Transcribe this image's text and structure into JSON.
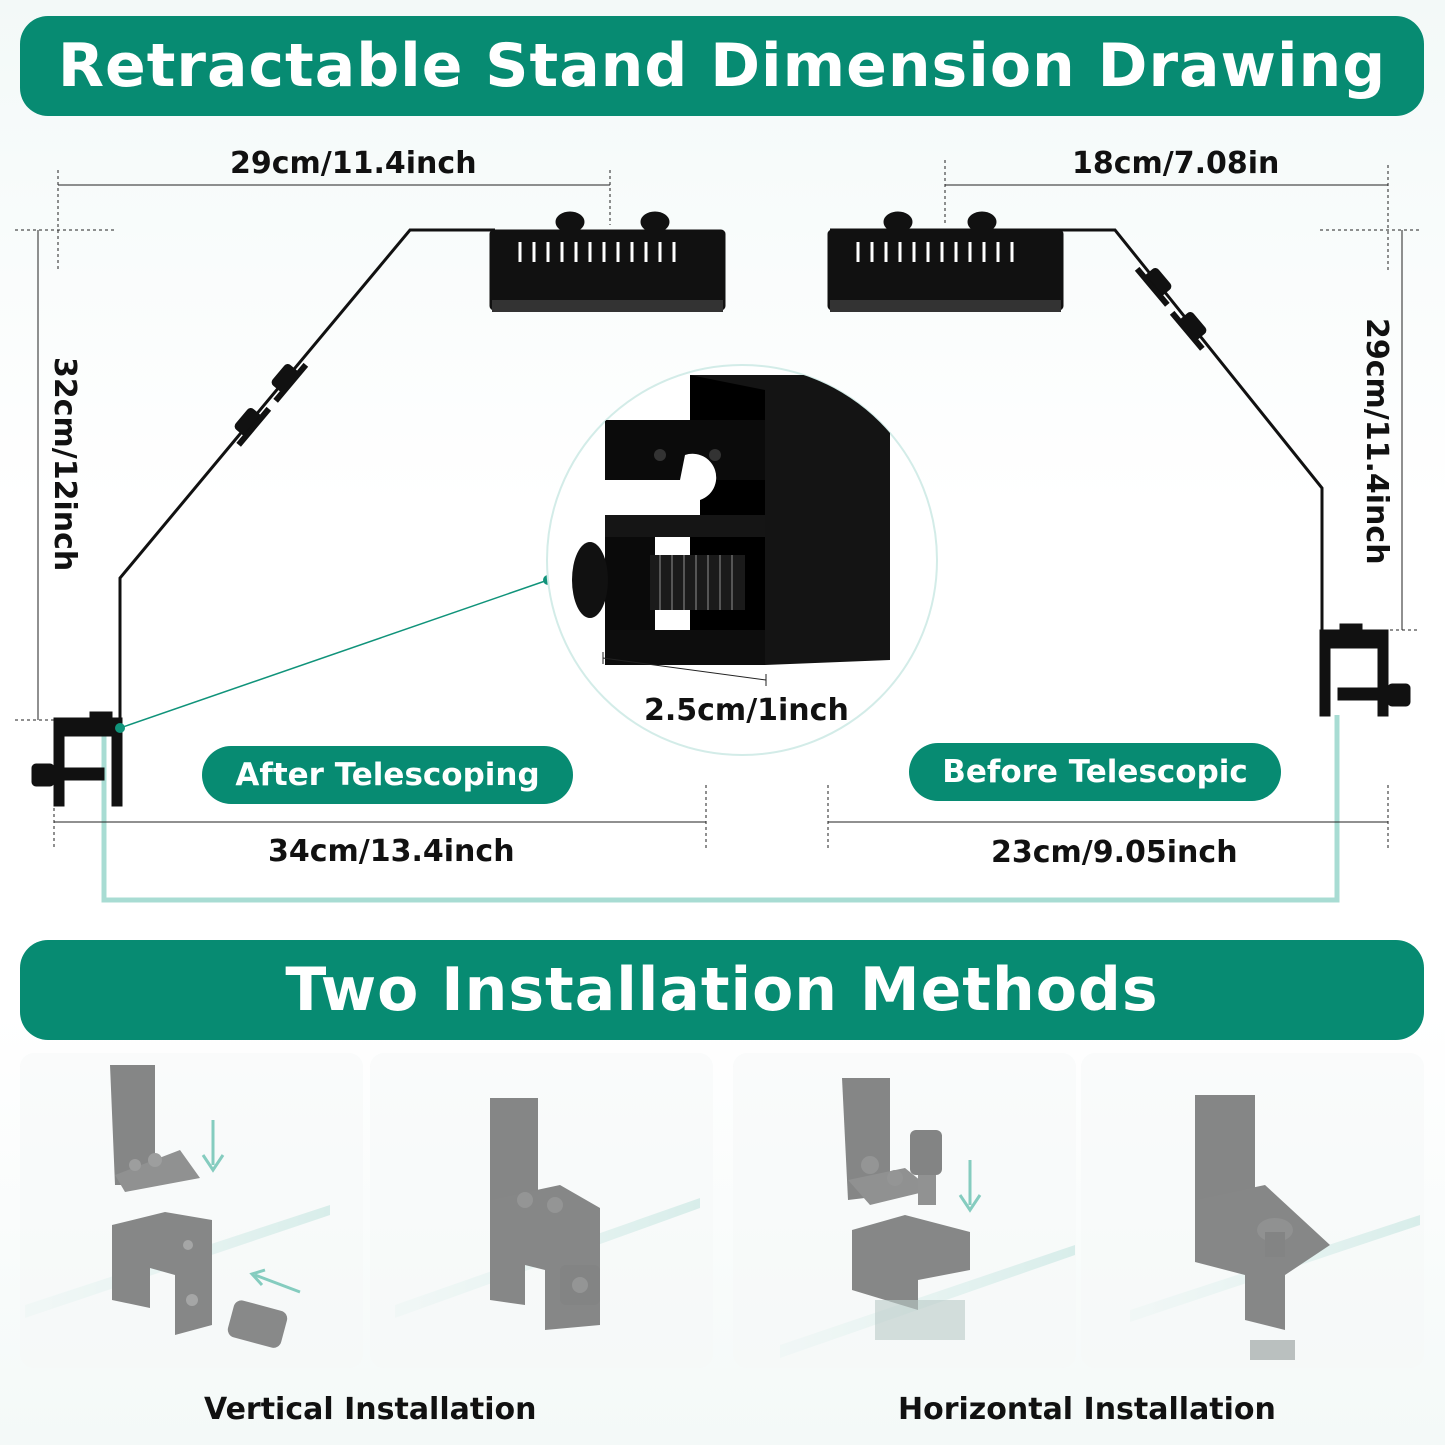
{
  "banners": {
    "top_title": "Retractable Stand Dimension Drawing",
    "mid_title": "Two Installation Methods"
  },
  "dimensions": {
    "left_top_width": "29cm/11.4inch",
    "right_top_width": "18cm/7.08in",
    "left_height": "32cm/12inch",
    "right_height": "29cm/11.4inch",
    "clamp_width": "2.5cm/1inch",
    "left_bottom_width": "34cm/13.4inch",
    "right_bottom_width": "23cm/9.05inch"
  },
  "labels": {
    "after": "After Telescoping",
    "before": "Before Telescopic"
  },
  "captions": {
    "vertical": "Vertical Installation",
    "horizontal": "Horizontal Installation"
  },
  "colors": {
    "brand": "#078b72",
    "accent_line": "#a8dcd3",
    "part": "#111111"
  }
}
